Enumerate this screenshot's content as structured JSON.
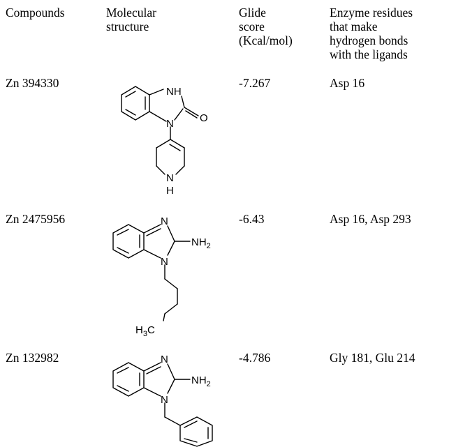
{
  "header": {
    "compounds": [
      "Compounds"
    ],
    "structure": [
      "Molecular",
      "structure"
    ],
    "score": [
      "Glide",
      "score",
      "(Kcal/mol)"
    ],
    "residues": [
      "Enzyme residues",
      "that make",
      "hydrogen bonds",
      "with the ligands"
    ]
  },
  "rows": [
    {
      "compound": "Zn 394330",
      "score": "-7.267",
      "residues": "Asp 16",
      "atoms": {
        "nh": "NH",
        "o": "O",
        "n": "N",
        "n_ring": "N",
        "h": "H"
      }
    },
    {
      "compound": "Zn 2475956",
      "score": "-6.43",
      "residues": "Asp 16, Asp 293",
      "atoms": {
        "n_top": "N",
        "n_bottom": "N",
        "nh": "NH",
        "nh_sub": "2",
        "h3c": "H",
        "h3c_sub": "3",
        "c": "C"
      }
    },
    {
      "compound": "Zn 132982",
      "score": "-4.786",
      "residues": "Gly 181, Glu 214",
      "atoms": {
        "n_top": "N",
        "n_bottom": "N",
        "nh": "NH",
        "nh_sub": "2"
      }
    }
  ]
}
